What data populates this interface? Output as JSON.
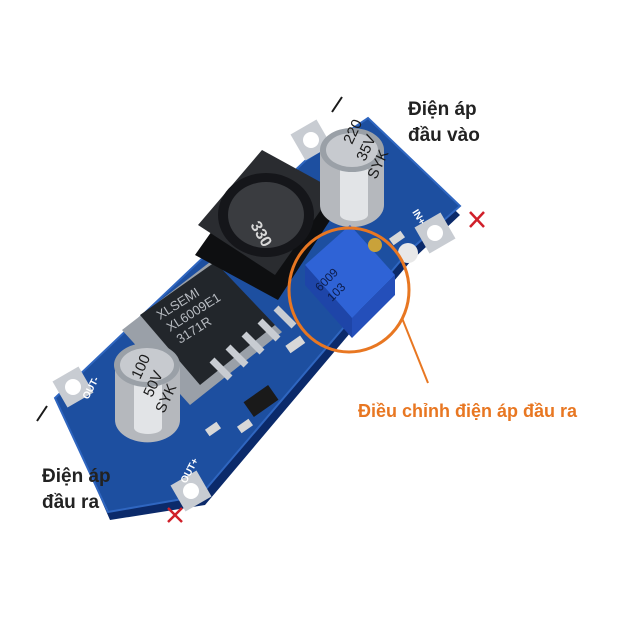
{
  "labels": {
    "input_voltage": [
      "Điện áp",
      "đầu vào"
    ],
    "output_voltage": [
      "Điện áp",
      "đầu ra"
    ],
    "adjust_output": "Điều chỉnh điện áp đầu ra"
  },
  "board_markings": {
    "chip_brand": "XLSEMI",
    "chip_model": "XL6009E1",
    "chip_batch": "3171R",
    "inductor": "330",
    "cap_input": [
      "220",
      "35V",
      "SYK"
    ],
    "cap_output": [
      "100",
      "50V",
      "SYK"
    ],
    "trimpot": [
      "6009",
      "103"
    ],
    "pin_in_plus": "IN+",
    "pin_out_minus": "OUT-",
    "pin_out_plus": "OUT+"
  },
  "colors": {
    "pcb": "#1d4fa0",
    "accent": "#e87722",
    "marker_x": "#d0202a"
  }
}
